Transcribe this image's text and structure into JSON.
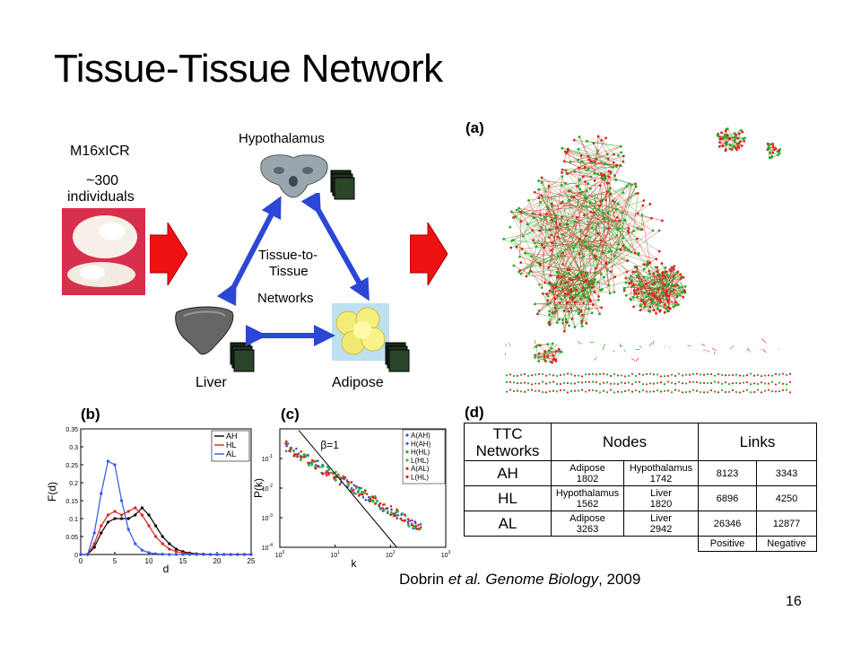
{
  "slide": {
    "title": "Tissue-Tissue Network",
    "page_number": "16"
  },
  "citation": {
    "authors": "Dobrin ",
    "etal": "et al. Genome Biology",
    "year": ", 2009"
  },
  "left_diagram": {
    "mouse_label_1": "M16xICR",
    "mouse_label_2": "~300",
    "mouse_label_3": "individuals",
    "hypothalamus": "Hypothalamus",
    "liver": "Liver",
    "adipose": "Adipose",
    "center_1": "Tissue-to-",
    "center_2": "Tissue",
    "center_3": "Networks"
  },
  "panels": {
    "a": "(a)",
    "b": "(b)",
    "c": "(c)",
    "d": "(d)"
  },
  "chart_data": [
    {
      "type": "line",
      "panel": "(b)",
      "xlabel": "d",
      "ylabel": "F(d)",
      "xlim": [
        0,
        25
      ],
      "ylim": [
        0,
        0.35
      ],
      "xticks": [
        "0",
        "5",
        "10",
        "15",
        "20",
        "25"
      ],
      "yticks": [
        "0",
        "0.05",
        "0.1",
        "0.15",
        "0.2",
        "0.25",
        "0.3",
        "0.35"
      ],
      "legend": "top-right",
      "x": [
        0,
        1,
        2,
        3,
        4,
        5,
        6,
        7,
        8,
        9,
        10,
        11,
        12,
        13,
        14,
        15,
        16,
        17,
        18,
        19,
        20,
        21,
        22,
        23,
        24,
        25
      ],
      "series": [
        {
          "name": "AH",
          "color": "#000000",
          "values": [
            0,
            0,
            0.02,
            0.06,
            0.09,
            0.1,
            0.1,
            0.1,
            0.11,
            0.13,
            0.11,
            0.08,
            0.05,
            0.03,
            0.015,
            0.008,
            0.004,
            0.002,
            0.001,
            0,
            0,
            0,
            0,
            0,
            0,
            0
          ]
        },
        {
          "name": "HL",
          "color": "#e0201a",
          "values": [
            0,
            0,
            0.03,
            0.08,
            0.11,
            0.12,
            0.11,
            0.12,
            0.13,
            0.11,
            0.08,
            0.05,
            0.03,
            0.015,
            0.008,
            0.004,
            0.002,
            0.001,
            0,
            0,
            0,
            0,
            0,
            0,
            0,
            0
          ]
        },
        {
          "name": "AL",
          "color": "#3355ee",
          "values": [
            0,
            0,
            0.06,
            0.17,
            0.26,
            0.25,
            0.15,
            0.07,
            0.03,
            0.012,
            0.005,
            0.002,
            0.001,
            0,
            0,
            0,
            0,
            0,
            0,
            0,
            0,
            0,
            0,
            0,
            0,
            0
          ]
        }
      ]
    },
    {
      "type": "scatter",
      "panel": "(c)",
      "xlabel": "k",
      "ylabel": "P(k)",
      "log_scale": true,
      "xlim": [
        1,
        1000
      ],
      "ylim": [
        0.0001,
        1
      ],
      "xticks": [
        "10",
        "10",
        "10",
        "10"
      ],
      "xtick_exp": [
        "0",
        "1",
        "2",
        "3"
      ],
      "yticks": [
        "10",
        "10",
        "10",
        "10"
      ],
      "ytick_exp": [
        "-1",
        "-2",
        "-3",
        "-4"
      ],
      "annotation": "β=1",
      "legend": "top-right",
      "series": [
        {
          "name": "A(AH)",
          "color": "#3355ee"
        },
        {
          "name": "H(AH)",
          "color": "#3355ee"
        },
        {
          "name": "H(HL)",
          "color": "#22aa22"
        },
        {
          "name": "L(HL)",
          "color": "#22cc22"
        },
        {
          "name": "A(AL)",
          "color": "#e0201a"
        },
        {
          "name": "L(HL)",
          "color": "#e0201a"
        }
      ]
    }
  ],
  "ttc_table": {
    "header_1": "TTC",
    "header_2": "Networks",
    "nodes_header": "Nodes",
    "links_header": "Links",
    "rows": [
      {
        "name": "AH",
        "node1": "Adipose",
        "node1_val": "1802",
        "node2": "Hypothalamus",
        "node2_val": "1742",
        "pos": "8123",
        "neg": "3343"
      },
      {
        "name": "HL",
        "node1": "Hypothalamus",
        "node1_val": "1562",
        "node2": "Liver",
        "node2_val": "1820",
        "pos": "6896",
        "neg": "4250"
      },
      {
        "name": "AL",
        "node1": "Adipose",
        "node1_val": "3263",
        "node2": "Liver",
        "node2_val": "2942",
        "pos": "26346",
        "neg": "12877"
      }
    ],
    "positive": "Positive",
    "negative": "Negative"
  },
  "colors": {
    "arrow_red": "#ee1111",
    "arrow_blue": "#2c47d6",
    "node_green": "#22aa22",
    "node_red": "#dd2222"
  }
}
